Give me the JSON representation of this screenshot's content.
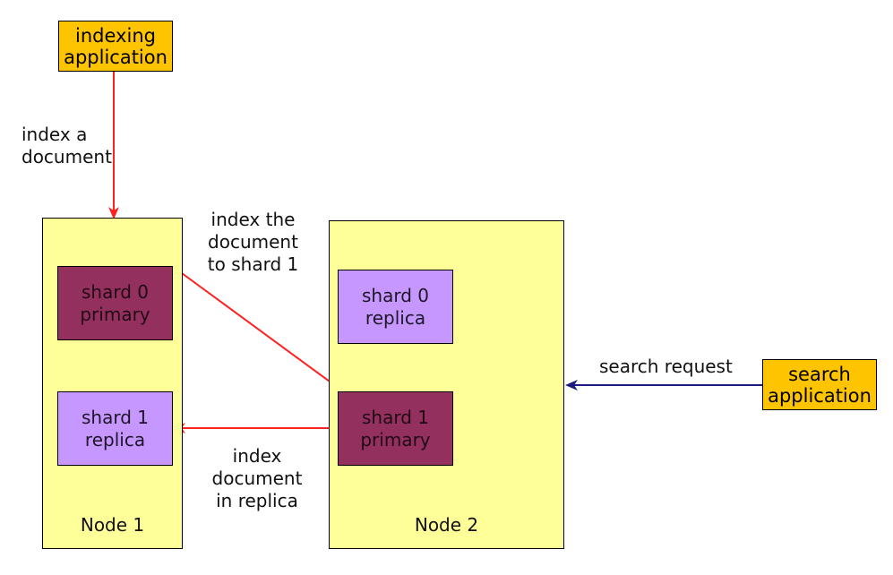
{
  "apps": {
    "indexing": "indexing\napplication",
    "search": "search\napplication"
  },
  "nodes": [
    {
      "label": "Node 1",
      "shards": [
        {
          "label": "shard 0\nprimary",
          "role": "primary"
        },
        {
          "label": "shard 1\nreplica",
          "role": "replica"
        }
      ]
    },
    {
      "label": "Node 2",
      "shards": [
        {
          "label": "shard 0\nreplica",
          "role": "replica"
        },
        {
          "label": "shard 1\nprimary",
          "role": "primary"
        }
      ]
    }
  ],
  "edges": {
    "index_a_document": "index a\ndocument",
    "index_to_shard": "index the\ndocument\nto shard 1",
    "index_replica": "index\ndocument\nin replica",
    "search_request": "search request"
  },
  "colors": {
    "app": "#ffc400",
    "node": "#ffff99",
    "primary": "#94305e",
    "replica": "#c698ff",
    "index_arrow": "#ff2020",
    "search_arrow": "#1a1a80"
  }
}
